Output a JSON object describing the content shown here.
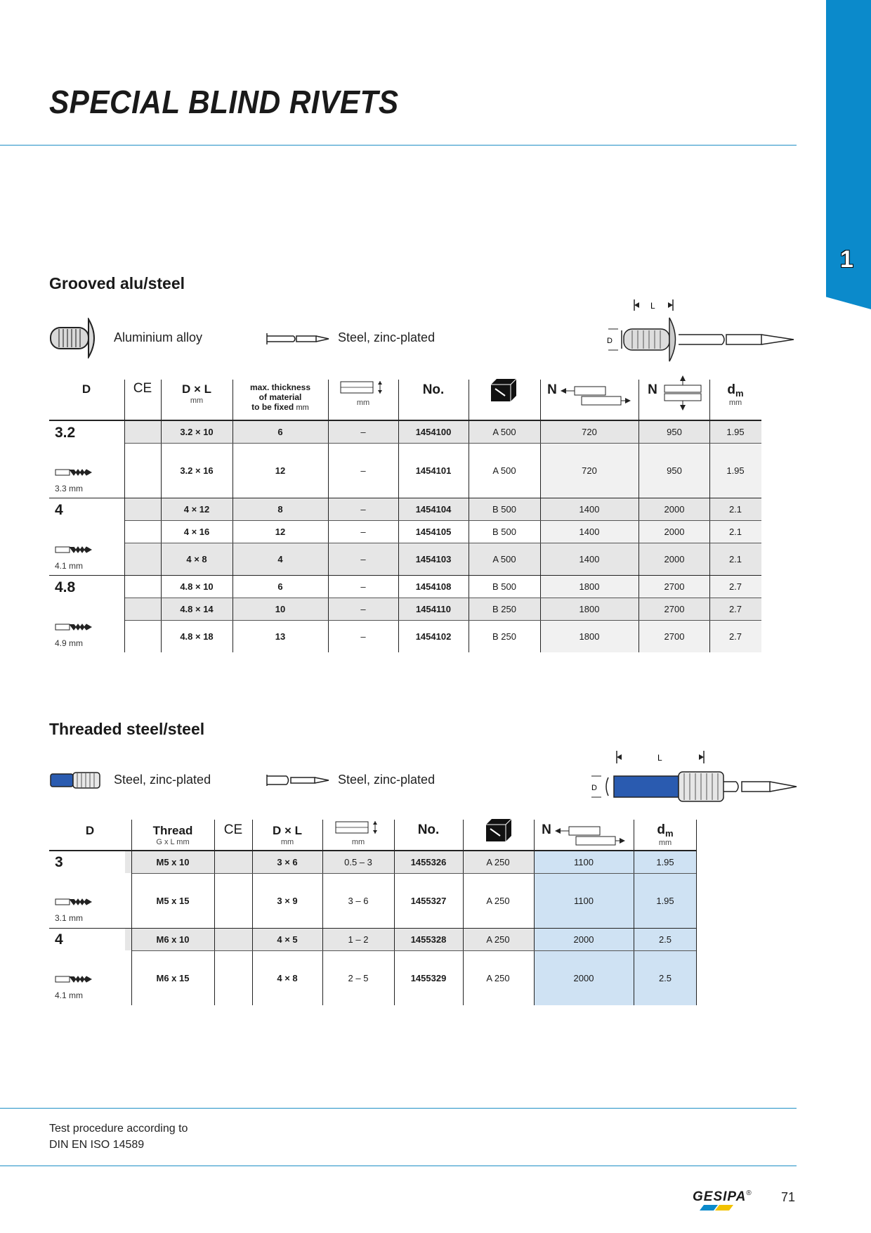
{
  "page": {
    "title": "SPECIAL BLIND RIVETS",
    "chapter_number": "1",
    "page_number": "71",
    "brand": "GESIPA",
    "brand_mark": "®",
    "footer": {
      "line1": "Test procedure according to",
      "line2": "DIN EN ISO 14589"
    }
  },
  "section1": {
    "title": "Grooved alu/steel",
    "legend_body": "Aluminium alloy",
    "legend_mandrel": "Steel, zinc-plated",
    "diagram_labels": {
      "L": "L",
      "D": "D"
    },
    "headers": {
      "D": "D",
      "ce": "CE",
      "dxl": "D × L",
      "dxl_unit": "mm",
      "thick1": "max. thickness",
      "thick2": "of material",
      "thick3": "to be fixed",
      "thick_unit": "mm",
      "grip_unit": "mm",
      "no": "No.",
      "N1": "N",
      "N2": "N",
      "dm": "d",
      "dm_sub": "m",
      "dm_unit": "mm"
    },
    "groups": [
      {
        "d": "3.2",
        "drill": "3.3 mm"
      },
      {
        "d": "4",
        "drill": "4.1 mm"
      },
      {
        "d": "4.8",
        "drill": "4.9 mm"
      }
    ],
    "rows": [
      {
        "dxl": "3.2 × 10",
        "thick": "6",
        "grip": "–",
        "no": "1454100",
        "pack": "A 500",
        "n1": "720",
        "n2": "950",
        "dm": "1.95"
      },
      {
        "dxl": "3.2 × 16",
        "thick": "12",
        "grip": "–",
        "no": "1454101",
        "pack": "A 500",
        "n1": "720",
        "n2": "950",
        "dm": "1.95"
      },
      {
        "dxl": "4 × 12",
        "thick": "8",
        "grip": "–",
        "no": "1454104",
        "pack": "B 500",
        "n1": "1400",
        "n2": "2000",
        "dm": "2.1"
      },
      {
        "dxl": "4 × 16",
        "thick": "12",
        "grip": "–",
        "no": "1454105",
        "pack": "B 500",
        "n1": "1400",
        "n2": "2000",
        "dm": "2.1"
      },
      {
        "dxl": "4 × 8",
        "thick": "4",
        "grip": "–",
        "no": "1454103",
        "pack": "A 500",
        "n1": "1400",
        "n2": "2000",
        "dm": "2.1"
      },
      {
        "dxl": "4.8 × 10",
        "thick": "6",
        "grip": "–",
        "no": "1454108",
        "pack": "B 500",
        "n1": "1800",
        "n2": "2700",
        "dm": "2.7"
      },
      {
        "dxl": "4.8 × 14",
        "thick": "10",
        "grip": "–",
        "no": "1454110",
        "pack": "B 250",
        "n1": "1800",
        "n2": "2700",
        "dm": "2.7"
      },
      {
        "dxl": "4.8 × 18",
        "thick": "13",
        "grip": "–",
        "no": "1454102",
        "pack": "B 250",
        "n1": "1800",
        "n2": "2700",
        "dm": "2.7"
      }
    ]
  },
  "section2": {
    "title": "Threaded steel/steel",
    "legend_body": "Steel, zinc-plated",
    "legend_mandrel": "Steel, zinc-plated",
    "diagram_labels": {
      "L": "L",
      "D": "D"
    },
    "headers": {
      "D": "D",
      "thread": "Thread",
      "thread_sub": "G x L mm",
      "ce": "CE",
      "dxl": "D × L",
      "dxl_unit": "mm",
      "grip_unit": "mm",
      "no": "No.",
      "N1": "N",
      "dm": "d",
      "dm_sub": "m",
      "dm_unit": "mm"
    },
    "groups": [
      {
        "d": "3",
        "drill": "3.1 mm"
      },
      {
        "d": "4",
        "drill": "4.1 mm"
      }
    ],
    "rows": [
      {
        "thread": "M5 x 10",
        "dxl": "3 × 6",
        "grip": "0.5 – 3",
        "no": "1455326",
        "pack": "A 250",
        "n1": "1100",
        "dm": "1.95"
      },
      {
        "thread": "M5 x 15",
        "dxl": "3 × 9",
        "grip": "3 – 6",
        "no": "1455327",
        "pack": "A 250",
        "n1": "1100",
        "dm": "1.95"
      },
      {
        "thread": "M6 x 10",
        "dxl": "4 × 5",
        "grip": "1 – 2",
        "no": "1455328",
        "pack": "A 250",
        "n1": "2000",
        "dm": "2.5"
      },
      {
        "thread": "M6 x 15",
        "dxl": "4 × 8",
        "grip": "2 – 5",
        "no": "1455329",
        "pack": "A 250",
        "n1": "2000",
        "dm": "2.5"
      }
    ]
  },
  "colors": {
    "accent_blue": "#0b8acb",
    "rule_blue": "#1e8fc6",
    "highlight_blue": "#cfe2f3",
    "sleeve_blue": "#2a5bb0"
  }
}
